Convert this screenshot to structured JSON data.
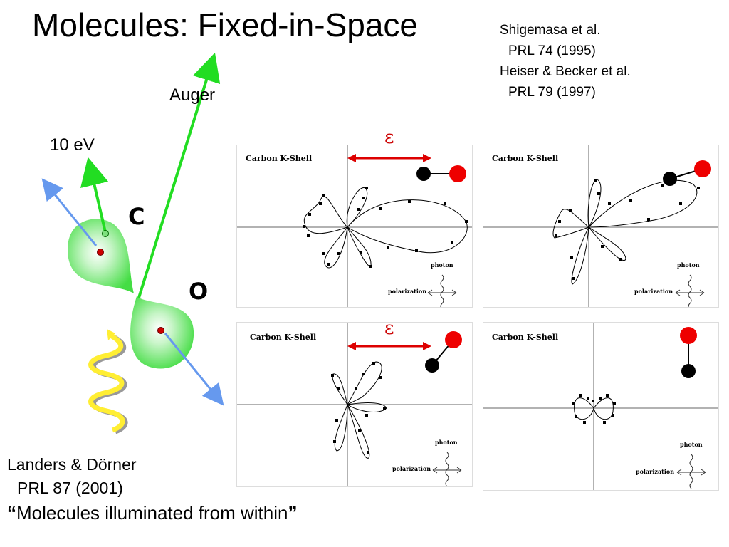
{
  "slide": {
    "title": "Molecules: Fixed-in-Space",
    "references_top": [
      "Shigemasa et al.",
      "PRL 74 (1995)",
      "Heiser & Becker et al.",
      "PRL 79 (1997)"
    ],
    "labels": {
      "auger": "Auger",
      "ev": "10 eV",
      "carbon": "C",
      "oxygen": "O"
    },
    "references_bottom": [
      "Landers & Dörner",
      "PRL 87 (2001)"
    ],
    "quote": "Molecules illuminated from within",
    "quote_marks": {
      "open": "“",
      "close": "”"
    }
  },
  "panels": [
    {
      "title": "Carbon K-Shell",
      "photon_label": "photon",
      "polarization_label": "polarization",
      "epsilon": "ε"
    },
    {
      "title": "Carbon K-Shell",
      "photon_label": "photon",
      "polarization_label": "polarization",
      "epsilon": ""
    },
    {
      "title": "Carbon K-Shell",
      "photon_label": "photon",
      "polarization_label": "polarization",
      "epsilon": "ε"
    },
    {
      "title": "Carbon K-Shell",
      "photon_label": "photon",
      "polarization_label": "polarization",
      "epsilon": ""
    }
  ],
  "colors": {
    "green_arrow": "#22dd22",
    "blue_arrow": "#6699ee",
    "red_atom": "#ee0000",
    "black_atom": "#000000",
    "epsilon_arrow": "#dd0000",
    "wave_yellow": "#ffee33"
  }
}
